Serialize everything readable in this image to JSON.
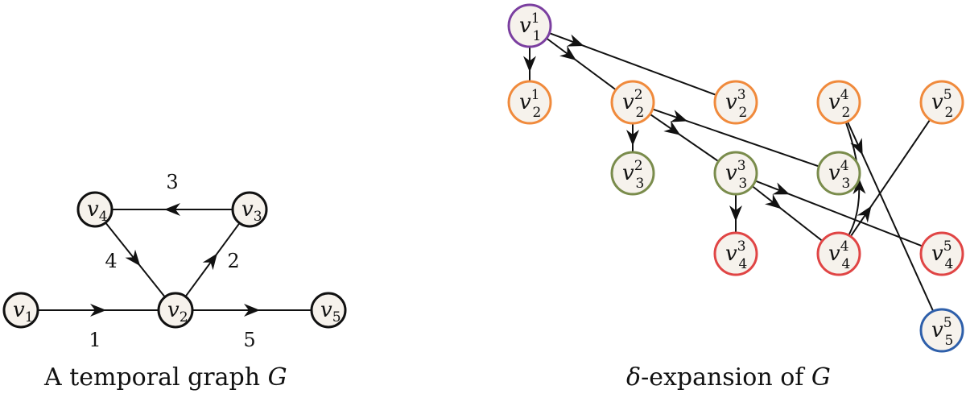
{
  "colors": {
    "purple": "#7b3fa0",
    "orange": "#f08a3c",
    "green": "#7a8c4c",
    "red": "#e04545",
    "blue": "#2e5faa",
    "black": "#111111",
    "node_fill": "#f6f2ec"
  },
  "left_graph": {
    "caption_text": "A temporal graph ",
    "caption_var": "G",
    "nodes": [
      {
        "id": "v1",
        "label": "v",
        "sub": "1"
      },
      {
        "id": "v2",
        "label": "v",
        "sub": "2"
      },
      {
        "id": "v3",
        "label": "v",
        "sub": "3"
      },
      {
        "id": "v4",
        "label": "v",
        "sub": "4"
      },
      {
        "id": "v5",
        "label": "v",
        "sub": "5"
      }
    ],
    "edges": [
      {
        "from": "v1",
        "to": "v2",
        "label": "1"
      },
      {
        "from": "v2",
        "to": "v3",
        "label": "2"
      },
      {
        "from": "v3",
        "to": "v4",
        "label": "3"
      },
      {
        "from": "v4",
        "to": "v2",
        "label": "4"
      },
      {
        "from": "v2",
        "to": "v5",
        "label": "5"
      }
    ]
  },
  "right_graph": {
    "caption_delta": "δ",
    "caption_text": "-expansion of ",
    "caption_var": "G",
    "nodes": [
      {
        "id": "v1_1",
        "label": "v",
        "sub": "1",
        "sup": "1",
        "color": "purple"
      },
      {
        "id": "v2_1",
        "label": "v",
        "sub": "2",
        "sup": "1",
        "color": "orange"
      },
      {
        "id": "v2_2",
        "label": "v",
        "sub": "2",
        "sup": "2",
        "color": "orange"
      },
      {
        "id": "v2_3",
        "label": "v",
        "sub": "2",
        "sup": "3",
        "color": "orange"
      },
      {
        "id": "v2_4",
        "label": "v",
        "sub": "2",
        "sup": "4",
        "color": "orange"
      },
      {
        "id": "v2_5",
        "label": "v",
        "sub": "2",
        "sup": "5",
        "color": "orange"
      },
      {
        "id": "v3_2",
        "label": "v",
        "sub": "3",
        "sup": "2",
        "color": "green"
      },
      {
        "id": "v3_3",
        "label": "v",
        "sub": "3",
        "sup": "3",
        "color": "green"
      },
      {
        "id": "v3_4",
        "label": "v",
        "sub": "3",
        "sup": "4",
        "color": "green"
      },
      {
        "id": "v4_3",
        "label": "v",
        "sub": "4",
        "sup": "3",
        "color": "red"
      },
      {
        "id": "v4_4",
        "label": "v",
        "sub": "4",
        "sup": "4",
        "color": "red"
      },
      {
        "id": "v4_5",
        "label": "v",
        "sub": "4",
        "sup": "5",
        "color": "red"
      },
      {
        "id": "v5_5",
        "label": "v",
        "sub": "5",
        "sup": "5",
        "color": "blue"
      }
    ],
    "edges": [
      {
        "from": "v1_1",
        "to": "v2_1"
      },
      {
        "from": "v1_1",
        "to": "v2_2"
      },
      {
        "from": "v1_1",
        "to": "v2_3"
      },
      {
        "from": "v2_2",
        "to": "v3_2"
      },
      {
        "from": "v2_2",
        "to": "v3_3"
      },
      {
        "from": "v2_2",
        "to": "v3_4"
      },
      {
        "from": "v3_3",
        "to": "v4_3"
      },
      {
        "from": "v3_3",
        "to": "v4_4"
      },
      {
        "from": "v3_3",
        "to": "v4_5"
      },
      {
        "from": "v4_4",
        "to": "v2_5"
      },
      {
        "from": "v4_4",
        "to": "v2_4",
        "curved": true
      },
      {
        "from": "v2_4",
        "to": "v5_5"
      }
    ]
  }
}
